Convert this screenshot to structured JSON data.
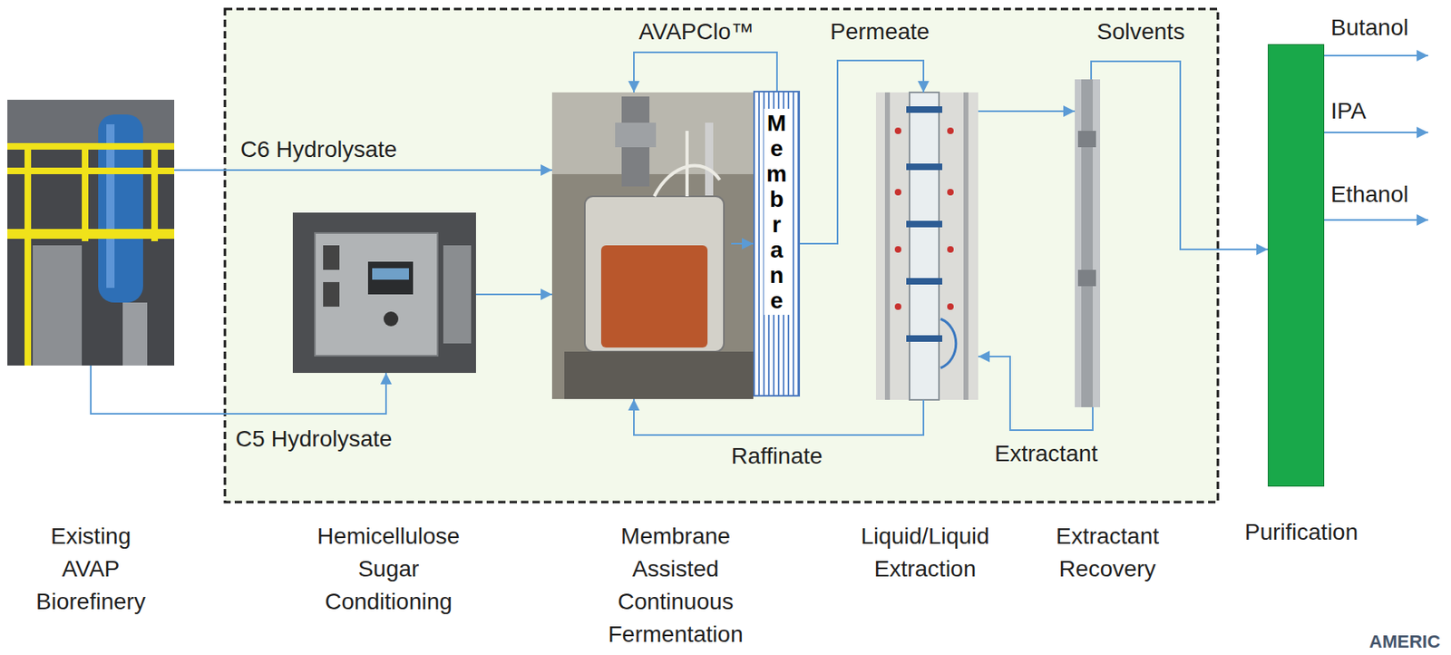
{
  "diagram": {
    "nodes": [
      {
        "text": [
          "Existing AVAP Biorefinery"
        ]
      },
      {
        "text": [
          "Hemicellulose Sugar Conditioning"
        ]
      },
      {
        "text": [
          "Membrane Assisted Continuous Fermentation"
        ]
      },
      {
        "text": [
          "Membrane"
        ],
        "in": 2
      },
      {
        "text": [
          "Liquid/Liquid Extraction"
        ]
      },
      {
        "text": [
          "Extractant Recovery"
        ]
      },
      {
        "text": [
          "Purification"
        ]
      }
    ],
    "edges": [
      {
        "from": 0,
        "to": 2,
        "label": "C6 Hydrolysate",
        "arrow": "to"
      },
      {
        "from": 0,
        "to": 1,
        "label": "C5 Hydrolysate",
        "arrow": "to"
      },
      {
        "from": 1,
        "to": 2,
        "arrow": "to"
      },
      {
        "from": 3,
        "to": 2,
        "label": "AVAPClo™",
        "arrow": "to"
      },
      {
        "from": 2,
        "to": 3,
        "arrow": "to"
      },
      {
        "from": 3,
        "to": 4,
        "label": "Permeate",
        "arrow": "to"
      },
      {
        "from": 4,
        "to": 5,
        "arrow": "to"
      },
      {
        "from": 4,
        "to": 2,
        "label": "Raffinate",
        "arrow": "to"
      },
      {
        "from": 5,
        "to": 4,
        "label": "Extractant",
        "arrow": "to"
      },
      {
        "from": 5,
        "to": 6,
        "label": "Solvents",
        "arrow": "to"
      }
    ],
    "labels": [
      "Butanol",
      "IPA",
      "Ethanol",
      "AMERIC"
    ]
  }
}
